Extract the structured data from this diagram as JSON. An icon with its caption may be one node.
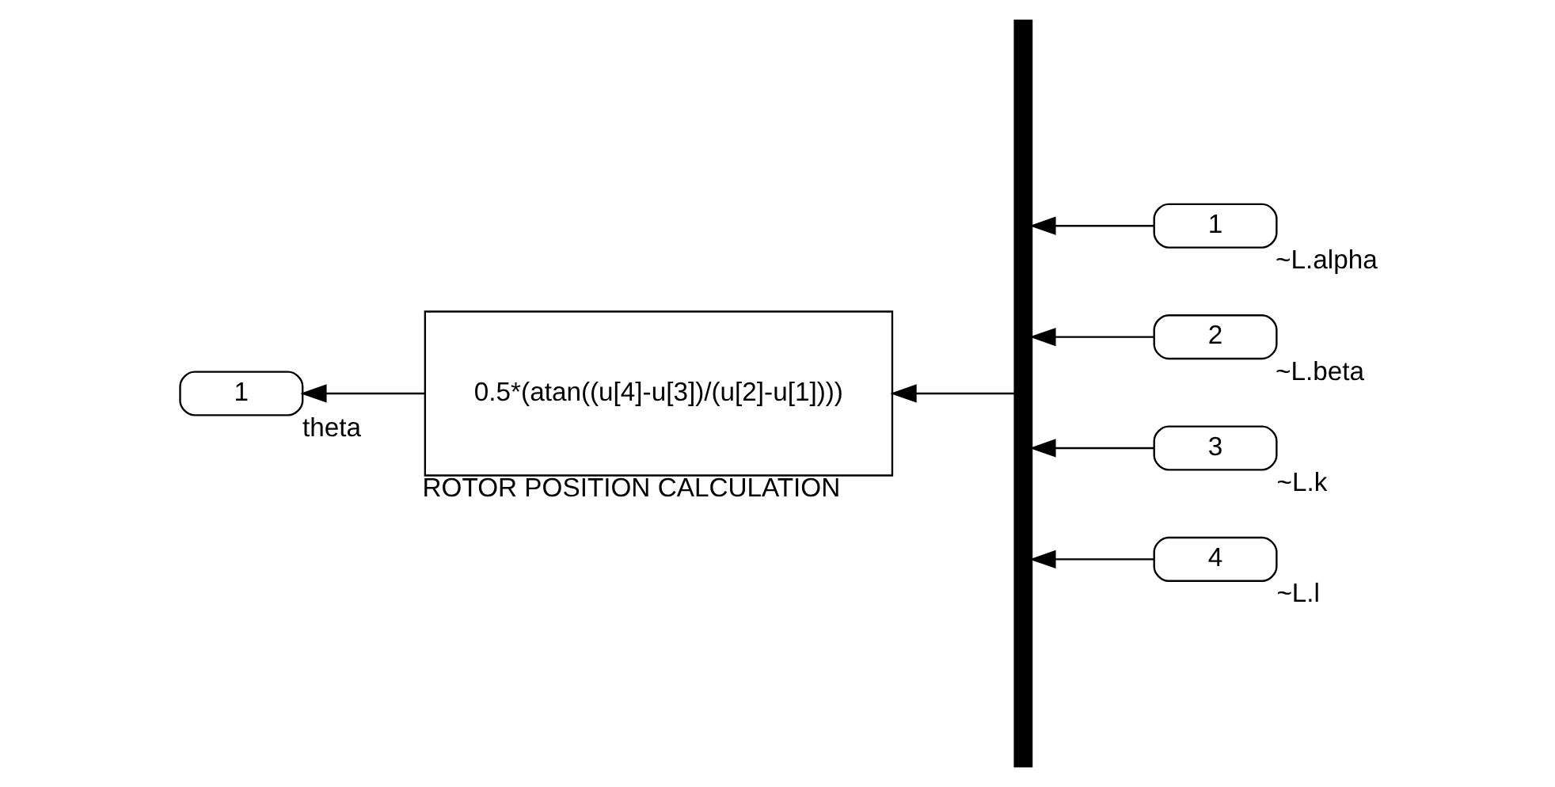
{
  "diagram": {
    "nodes": [
      {
        "text": [
          "1"
        ],
        "beside": [
          "theta"
        ]
      },
      {
        "text": [
          "0.5*(atan((u[4]-u[3])/(u[2]-u[1])))"
        ],
        "beside": [
          "ROTOR POSITION CALCULATION"
        ]
      },
      {
        "text": [],
        "shape": "bar"
      },
      {
        "text": [
          "1"
        ],
        "beside": [
          "~L.alpha"
        ]
      },
      {
        "text": [
          "2"
        ],
        "beside": [
          "~L.beta"
        ]
      },
      {
        "text": [
          "3"
        ],
        "beside": [
          "~L.k"
        ]
      },
      {
        "text": [
          "4"
        ],
        "beside": [
          "~L.l"
        ]
      }
    ],
    "edges": [
      {
        "from": 1,
        "to": 0,
        "arrow": "to"
      },
      {
        "from": 2,
        "to": 1,
        "arrow": "to"
      },
      {
        "from": 3,
        "to": 2,
        "arrow": "to"
      },
      {
        "from": 4,
        "to": 2,
        "arrow": "to"
      },
      {
        "from": 5,
        "to": 2,
        "arrow": "to"
      },
      {
        "from": 6,
        "to": 2,
        "arrow": "to"
      }
    ]
  }
}
